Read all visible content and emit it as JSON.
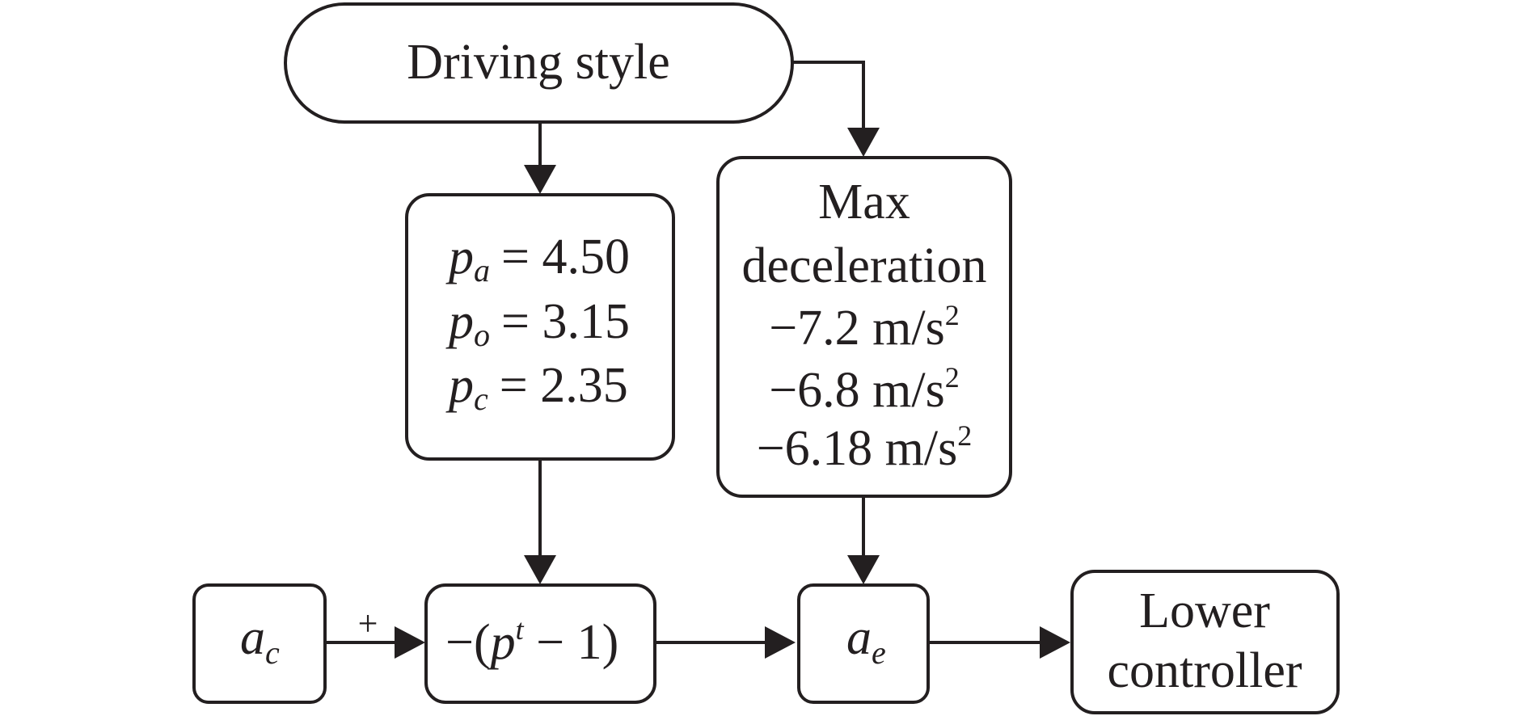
{
  "diagram": {
    "driving_style": "Driving style",
    "params": [
      {
        "symbol": "p",
        "sub": "a",
        "value": "= 4.50"
      },
      {
        "symbol": "p",
        "sub": "o",
        "value": "= 3.15"
      },
      {
        "symbol": "p",
        "sub": "c",
        "value": "= 2.35"
      }
    ],
    "max_decel": {
      "title_line1": "Max",
      "title_line2": "deceleration",
      "values": [
        {
          "value": "−7.2 m/s",
          "exp": "2"
        },
        {
          "value": "−6.8 m/s",
          "exp": "2"
        },
        {
          "value": "−6.18 m/s",
          "exp": "2"
        }
      ]
    },
    "ac": {
      "symbol": "a",
      "sub": "c"
    },
    "plus": "+",
    "formula": {
      "pre": "−(",
      "p": "p",
      "sup": "t",
      "post": " − 1)"
    },
    "ae": {
      "symbol": "a",
      "sub": "e"
    },
    "lower_controller": {
      "line1": "Lower",
      "line2": "controller"
    }
  }
}
